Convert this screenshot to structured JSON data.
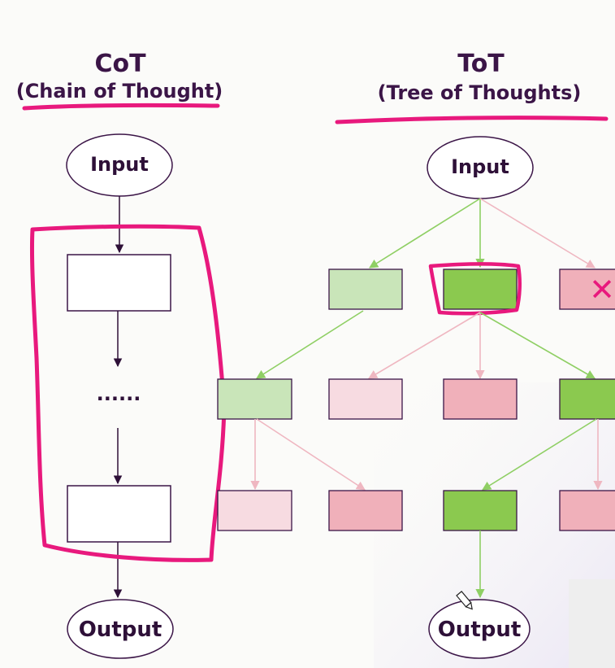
{
  "cot": {
    "title": "CoT",
    "subtitle": "(Chain of Thought)",
    "input_label": "Input",
    "ellipsis": "......",
    "output_label": "Output"
  },
  "tot": {
    "title": "ToT",
    "subtitle": "(Tree of Thoughts)",
    "input_label": "Input",
    "output_label": "Output",
    "pruned_mark": "✕"
  },
  "colors": {
    "text": "#3b1547",
    "annotation": "#e8197d",
    "good_light": "#c9e5b9",
    "good_dark": "#8bc94f",
    "bad_light": "#f7dbe1",
    "bad_mid": "#f0b0ba",
    "green_arrow": "#8fcf64",
    "pink_arrow": "#efb7c1"
  }
}
